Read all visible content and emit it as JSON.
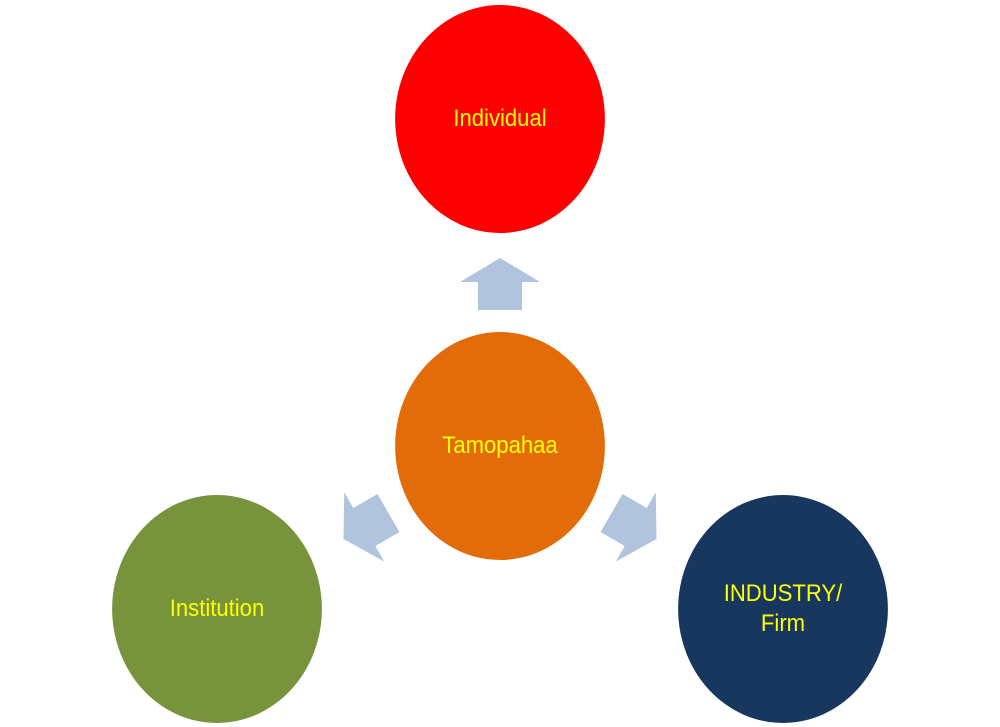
{
  "colors": {
    "individual": "#ff0000",
    "center": "#e36c0a",
    "institution": "#77933c",
    "industry": "#17375e",
    "arrow": "#b0c4de",
    "label_text": "#ffff00"
  },
  "nodes": {
    "individual": {
      "label": "Individual"
    },
    "center": {
      "label": "Tamopahaa"
    },
    "institution": {
      "label": "Institution"
    },
    "industry": {
      "label": "INDUSTRY/\nFirm"
    }
  },
  "arrows": [
    {
      "name": "arrow-up",
      "from": "Tamopahaa",
      "to": "Individual",
      "icon": "arrow-up-icon"
    },
    {
      "name": "arrow-left",
      "from": "Tamopahaa",
      "to": "Institution",
      "icon": "arrow-down-left-icon"
    },
    {
      "name": "arrow-right",
      "from": "Tamopahaa",
      "to": "INDUSTRY/Firm",
      "icon": "arrow-down-right-icon"
    }
  ]
}
